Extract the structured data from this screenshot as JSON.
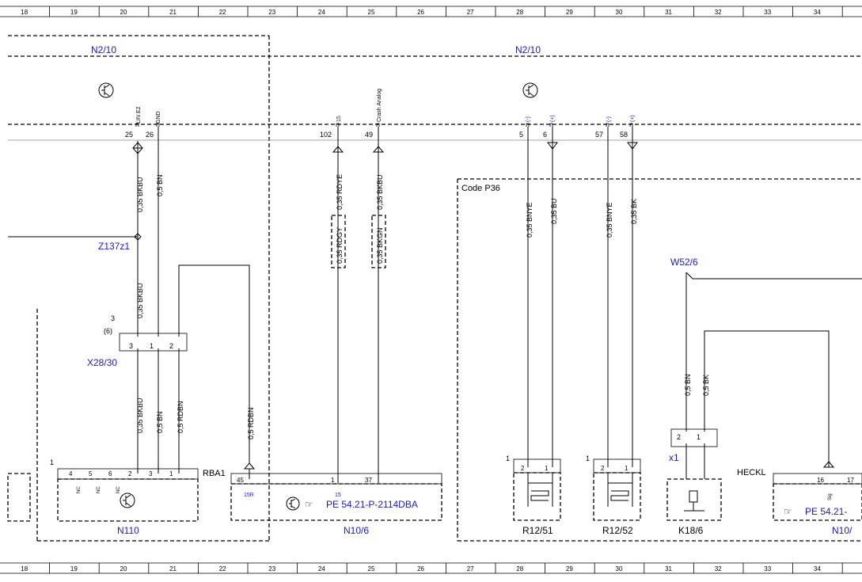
{
  "grid": {
    "columns": [
      "18",
      "19",
      "20",
      "21",
      "22",
      "23",
      "24",
      "25",
      "26",
      "27",
      "28",
      "29",
      "30",
      "31",
      "32",
      "33",
      "34",
      ""
    ]
  },
  "modules": {
    "left": "N2/10",
    "right": "N2/10"
  },
  "top_pins": {
    "lin_e2": {
      "label": "LIN E2",
      "num": "25"
    },
    "gnd": {
      "label": "GND",
      "num": "26"
    },
    "p15": {
      "label": "15",
      "num": "102"
    },
    "crash": {
      "label": "Crash Analog",
      "num": "49"
    },
    "r1_minus": {
      "label": "(-)",
      "num": "5"
    },
    "r1_plus": {
      "label": "(+)",
      "num": "6"
    },
    "r2_minus": {
      "label": "(-)",
      "num": "57"
    },
    "r2_plus": {
      "label": "(+)",
      "num": "58"
    }
  },
  "wires": {
    "w1": "0,35 BKBU",
    "w2": "0,5 BN",
    "w3": "0,35 BKBU",
    "w4": "0,35 BKBU",
    "w5": "0,5 BN",
    "w6": "0,5 RDBN",
    "w7": "0,5 RDBN",
    "w8": "0,35 RDYE",
    "w8b": "0,35 RDGY",
    "w9": "0,35 BKBU",
    "w9b": "0,35 BKGN",
    "w10": "0,35 BNYE",
    "w11": "0,35 BU",
    "w12": "0,35 BNYE",
    "w13": "0,35 BK",
    "w14": "0,5 BN",
    "w15": "0,5 BK"
  },
  "labels": {
    "z137": "Z137z1",
    "x28": "X28/30",
    "x28_pin": "3",
    "x28_alt": "(6)",
    "x28_pins": [
      "3",
      "1",
      "2"
    ],
    "code": "Code P36",
    "w52": "W52/6",
    "x1": "x1",
    "x1_pins": [
      "2",
      "1"
    ],
    "rba1": "RBA1",
    "heckl": "HECKL"
  },
  "n110": {
    "name": "N110",
    "num": "1",
    "pins": [
      "4",
      "5",
      "6",
      "2",
      "3",
      "1"
    ],
    "nc": [
      "NC",
      "NC",
      "NC"
    ]
  },
  "n10": {
    "name": "N10/6",
    "ref": "PE 54.21-P-2114DBA",
    "pins": [
      "45",
      "1",
      "37"
    ],
    "sub": [
      "15R",
      "15"
    ]
  },
  "r12_51": {
    "name": "R12/51",
    "num": "1",
    "pins": [
      "2",
      "1"
    ]
  },
  "r12_52": {
    "name": "R12/52",
    "num": "1",
    "pins": [
      "2",
      "1"
    ]
  },
  "k18": {
    "name": "K18/6"
  },
  "n10_right": {
    "name": "N10/",
    "ref": "PE 54.21-",
    "pins": [
      "16",
      "17"
    ],
    "sig": "Sig"
  }
}
